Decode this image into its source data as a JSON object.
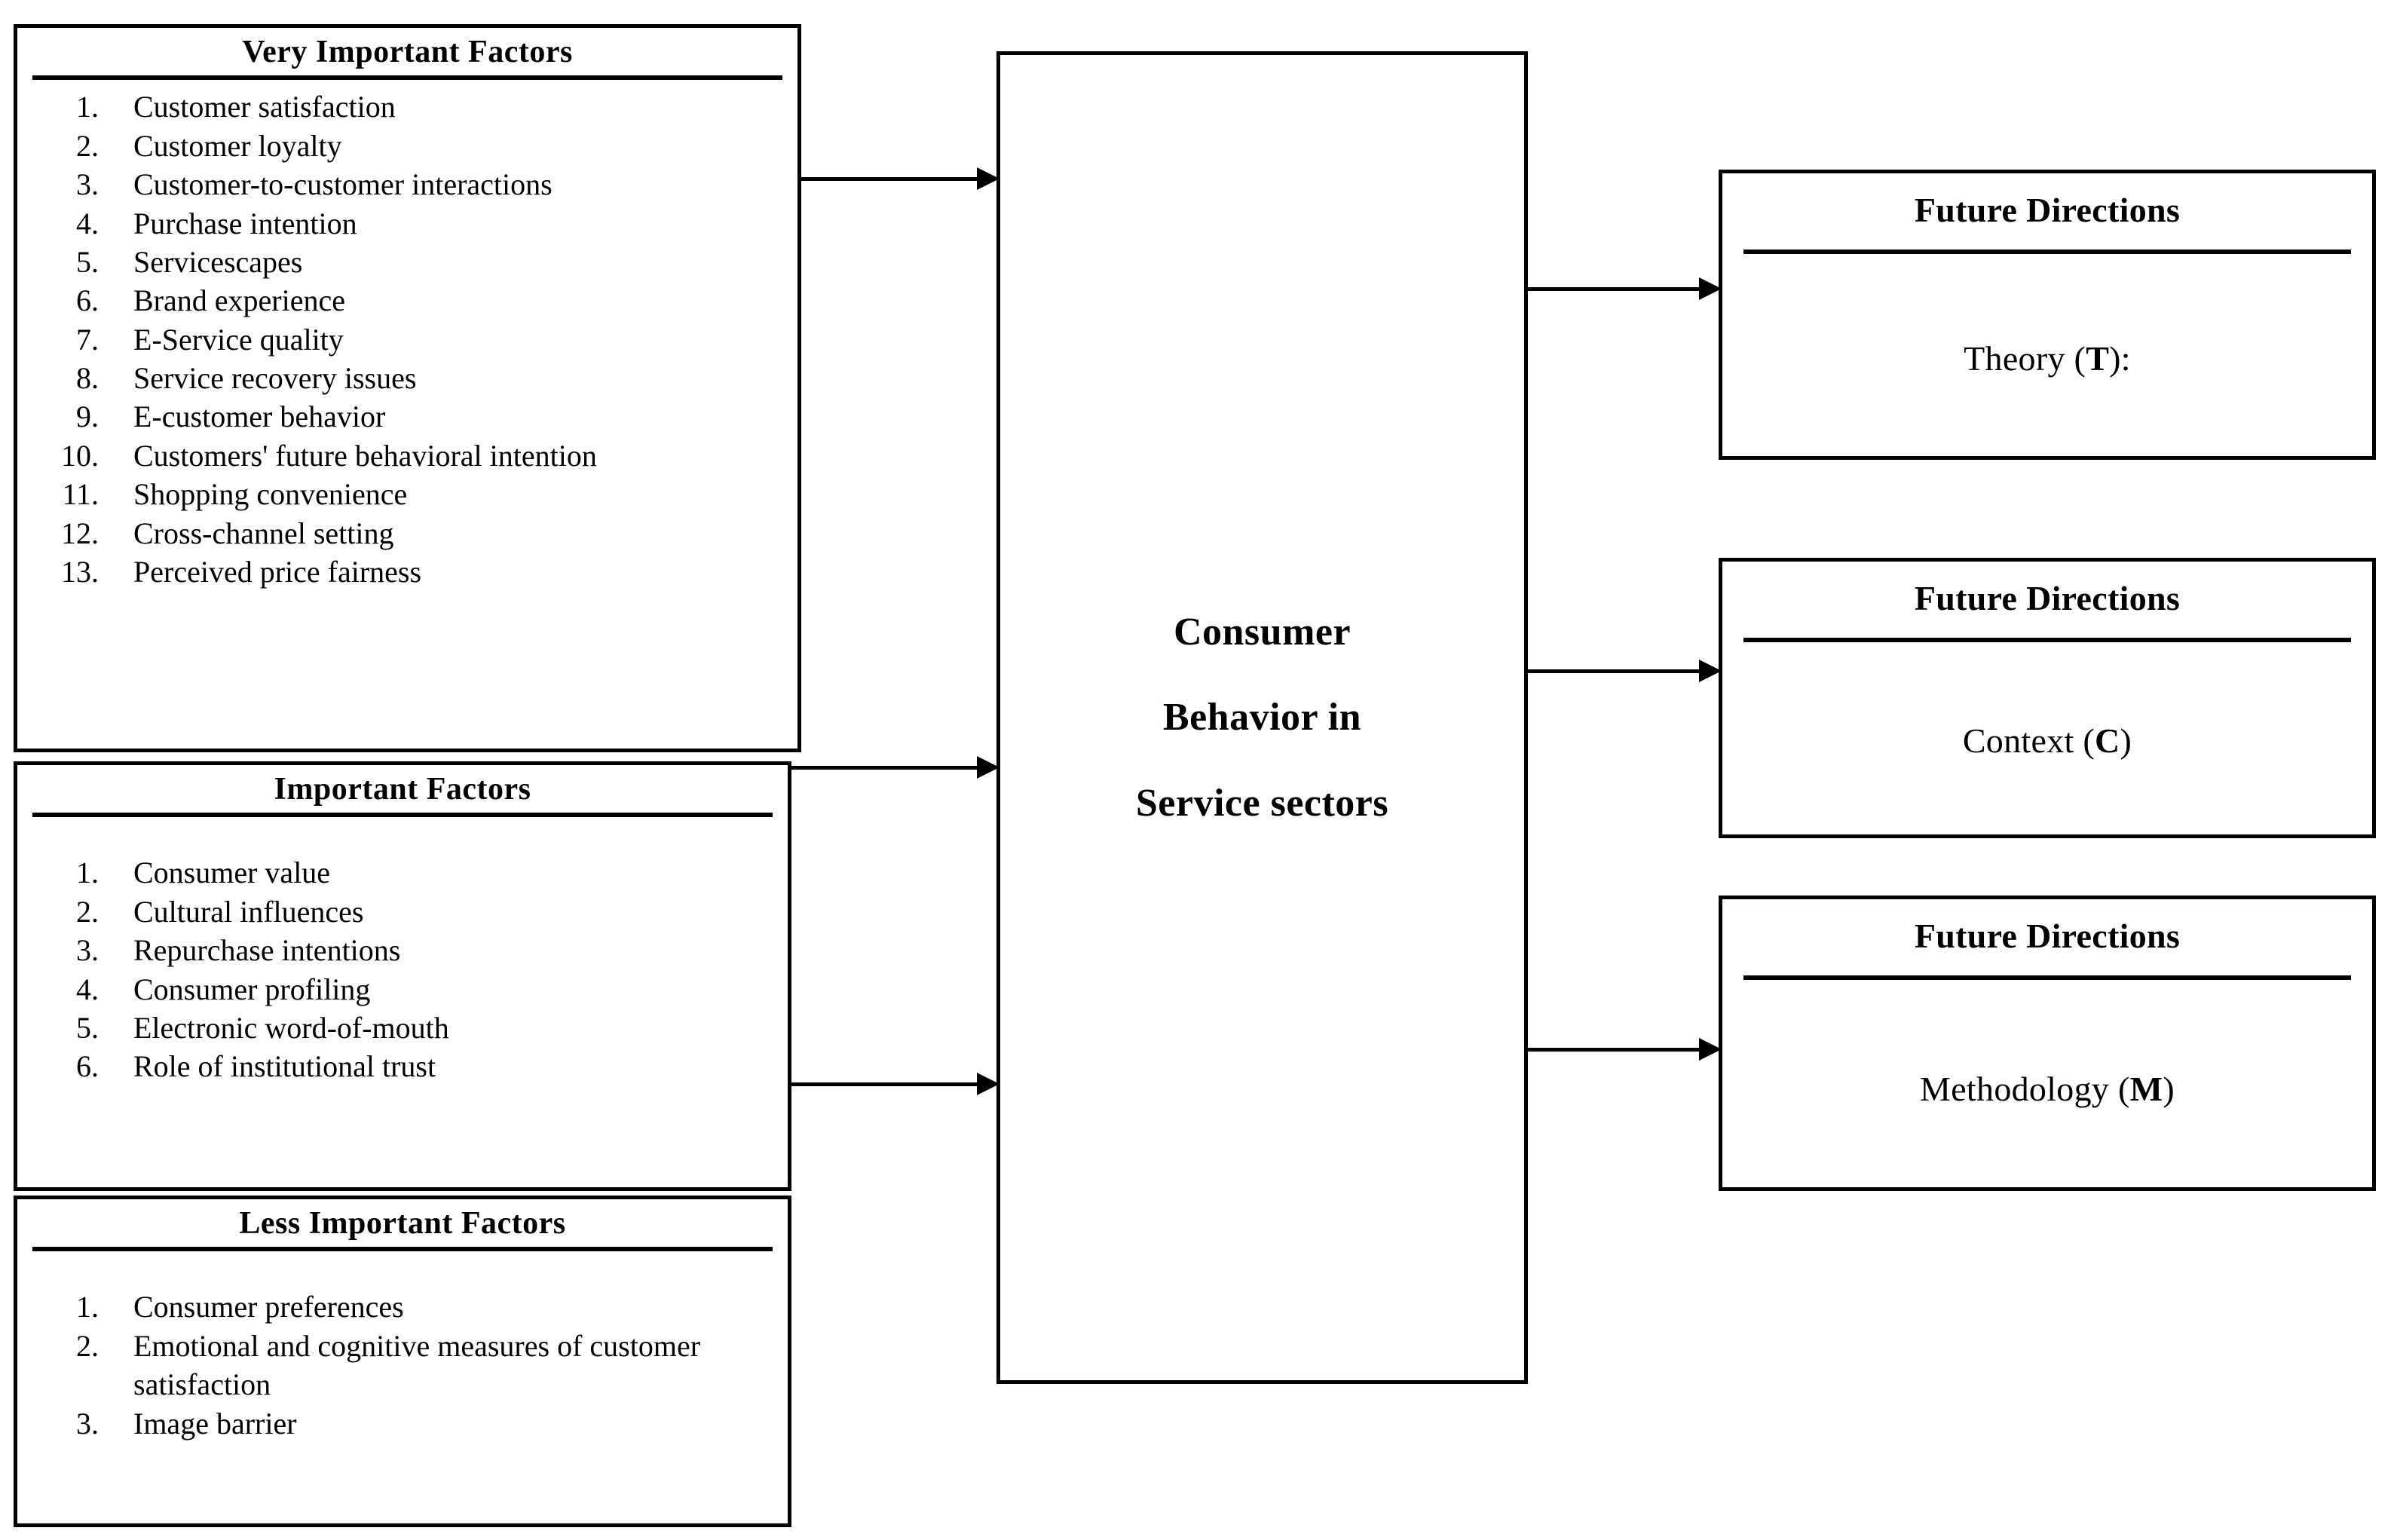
{
  "diagram": {
    "title": "Consumer Behavior in Service sectors framework",
    "colors": {
      "stroke": "#000000",
      "background": "#ffffff",
      "text": "#000000"
    }
  },
  "left_boxes": [
    {
      "id": "very-important",
      "title": "Very Important Factors",
      "items": [
        "Customer satisfaction",
        "Customer loyalty",
        "Customer-to-customer interactions",
        "Purchase intention",
        "Servicescapes",
        "Brand experience",
        "E-Service quality",
        "Service recovery issues",
        "E-customer behavior",
        "Customers' future behavioral intention",
        "Shopping convenience",
        "Cross-channel setting",
        "Perceived price fairness"
      ]
    },
    {
      "id": "important",
      "title": "Important Factors",
      "items": [
        "Consumer value",
        "Cultural influences",
        "Repurchase intentions",
        "Consumer profiling",
        "Electronic word-of-mouth",
        "Role of institutional trust"
      ]
    },
    {
      "id": "less-important",
      "title": "Less Important Factors",
      "items": [
        "Consumer preferences",
        "Emotional and cognitive measures of customer satisfaction",
        "Image barrier"
      ]
    }
  ],
  "center_box": {
    "line1": "Consumer",
    "line2": "Behavior in",
    "line3": "Service sectors"
  },
  "right_boxes": [
    {
      "id": "theory",
      "title": "Future Directions",
      "value_text": "Theory (",
      "value_key": "T",
      "value_suffix": "):"
    },
    {
      "id": "context",
      "title": "Future Directions",
      "value_text": "Context (",
      "value_key": "C",
      "value_suffix": ")"
    },
    {
      "id": "methodology",
      "title": "Future Directions",
      "value_text": "Methodology (",
      "value_key": "M",
      "value_suffix": ")"
    }
  ],
  "arrows": [
    {
      "id": "very-important-to-center",
      "from": "very-important",
      "to": "center"
    },
    {
      "id": "important-to-center",
      "from": "important",
      "to": "center"
    },
    {
      "id": "less-important-to-center",
      "from": "less-important",
      "to": "center"
    },
    {
      "id": "center-to-theory",
      "from": "center",
      "to": "theory"
    },
    {
      "id": "center-to-context",
      "from": "center",
      "to": "context"
    },
    {
      "id": "center-to-methodology",
      "from": "center",
      "to": "methodology"
    }
  ]
}
